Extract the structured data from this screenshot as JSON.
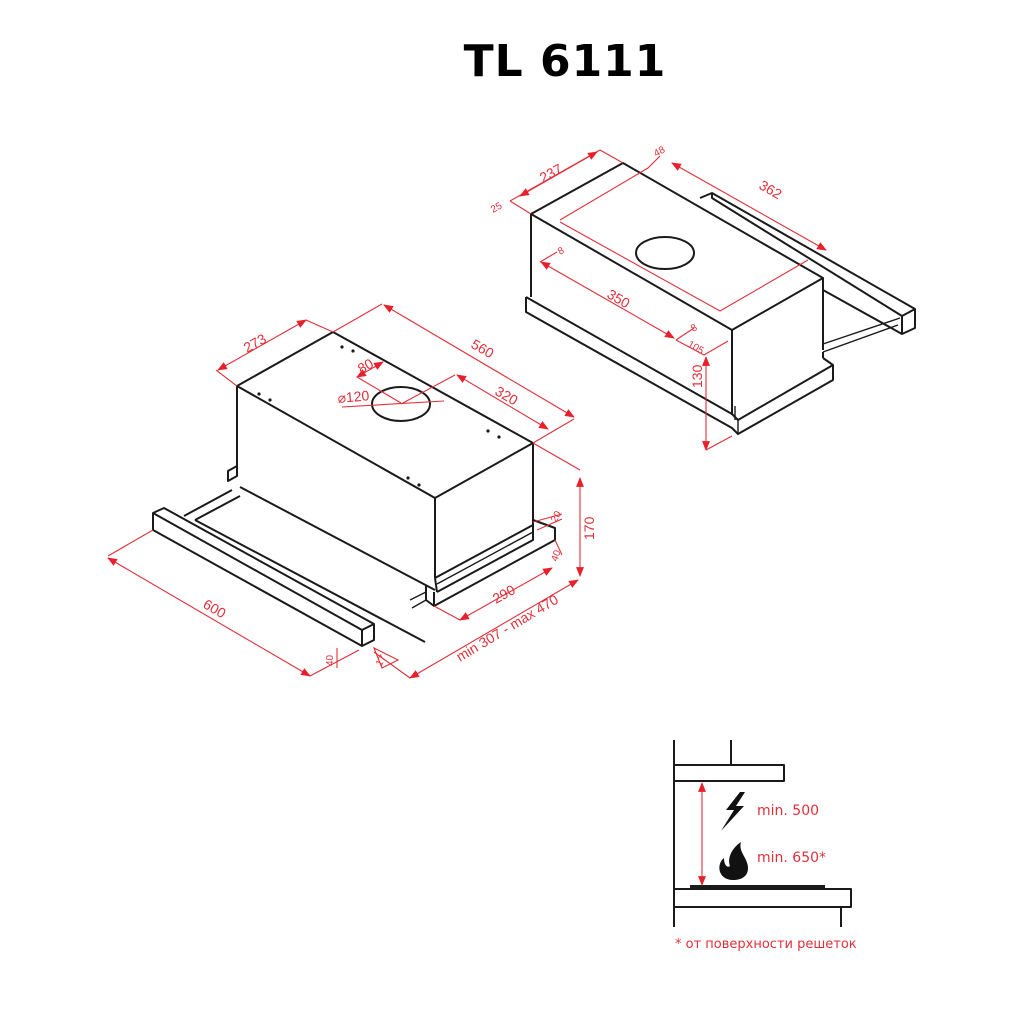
{
  "title": "TL 6111",
  "view_top_right": {
    "dims": {
      "depth_top": "237",
      "offset_48": "48",
      "length_362": "362",
      "offset_25": "25",
      "width_350": "350",
      "offset_8_left": "8",
      "offset_8_right": "8",
      "offset_105": "105",
      "height_130": "130"
    }
  },
  "view_left": {
    "dims": {
      "depth_273": "273",
      "length_560": "560",
      "outlet_offset_80": "80",
      "outlet_diameter": "⌀120",
      "outlet_offset_320": "320",
      "height_170": "170",
      "offset_20": "20",
      "panel_40_right": "40",
      "depth_290": "290",
      "extend_range": "min 307 - max 470",
      "front_width_600": "600",
      "front_height_40": "40",
      "front_depth_17": "17"
    }
  },
  "installation": {
    "electric_label": "min. 500",
    "gas_label": "min. 650*",
    "footnote": "* от поверхности решеток",
    "icons": [
      "lightning-icon",
      "flame-icon"
    ]
  },
  "colors": {
    "dimension": "#e0303a",
    "outline": "#1a1a1a"
  }
}
